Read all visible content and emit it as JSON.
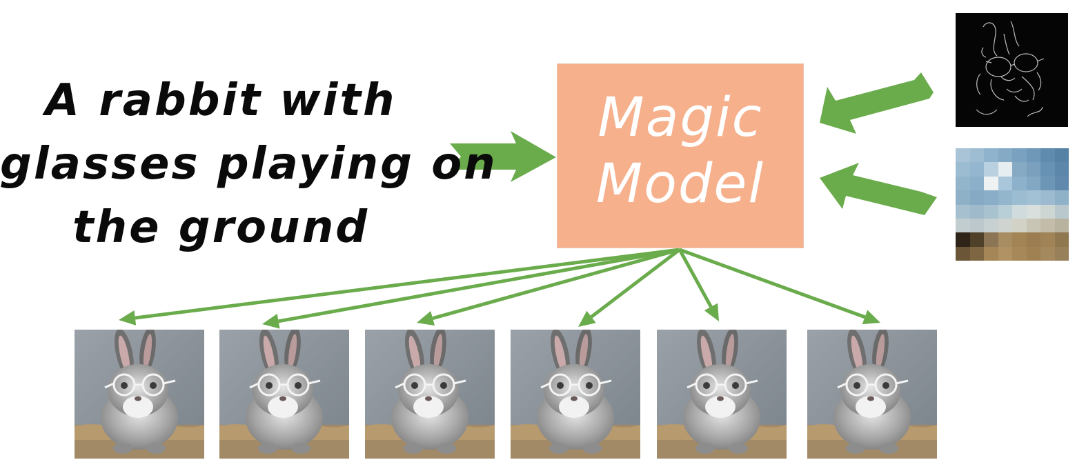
{
  "prompt": {
    "lines": [
      "A rabbit with",
      "glasses playing on",
      "the ground"
    ]
  },
  "model": {
    "lines": [
      "Magic",
      "Model"
    ]
  },
  "colors": {
    "arrow": "#6aab4c",
    "model_box": "#f6b08c",
    "model_text": "#ffffff",
    "prompt_text": "#0a0a0a"
  },
  "conditions": [
    {
      "kind": "edge-map",
      "icon": "edge-map-image"
    },
    {
      "kind": "low-res-color-map",
      "icon": "pixelated-color-image"
    }
  ],
  "outputs": {
    "count": 6,
    "subject": "gray rabbit wearing round glasses"
  }
}
